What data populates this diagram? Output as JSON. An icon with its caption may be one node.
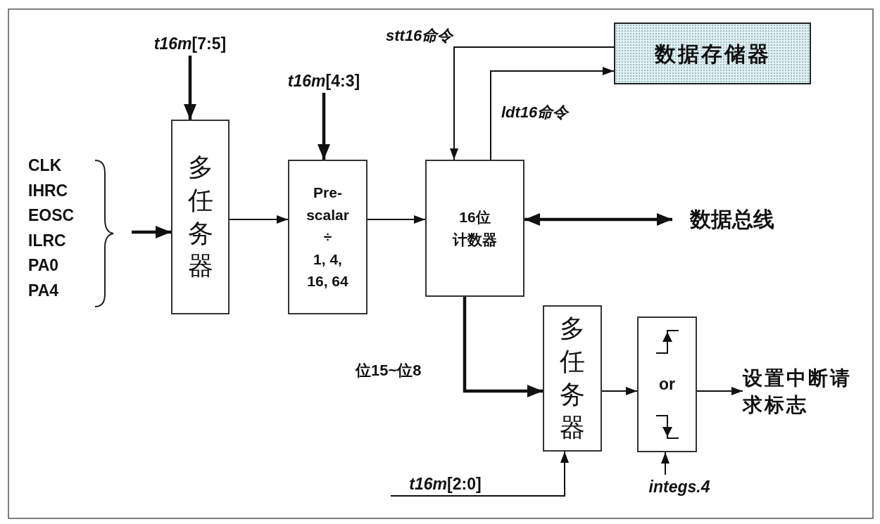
{
  "diagram": {
    "nodes": [
      {
        "text": [
          "CLK",
          "IHRC",
          "EOSC",
          "ILRC",
          "PA0",
          "PA4"
        ]
      },
      {
        "text": [
          "*t16m*[7:5]"
        ]
      },
      {
        "text": [
          "多任务器"
        ]
      },
      {
        "text": [
          "*t16m*[4:3]"
        ]
      },
      {
        "text": [
          "Pre-scalar",
          "÷",
          "1, 4, 16, 64"
        ]
      },
      {
        "text": [
          "16位计数器"
        ]
      },
      {
        "text": [
          "数据存储器"
        ]
      },
      {
        "text": [
          "数据总线"
        ]
      },
      {
        "text": [
          "多任务器"
        ]
      },
      {
        "text": [
          "or"
        ]
      },
      {
        "text": [
          "设置中断请求标志"
        ]
      },
      {
        "text": [
          "*t16m*[2:0]"
        ]
      },
      {
        "text": [
          "integs.4"
        ]
      }
    ],
    "edges": [
      {
        "from": 0,
        "to": 2,
        "arrow": "to",
        "style": "thick"
      },
      {
        "from": 1,
        "to": 2,
        "arrow": "to",
        "style": "thick"
      },
      {
        "from": 2,
        "to": 4,
        "arrow": "to"
      },
      {
        "from": 3,
        "to": 4,
        "arrow": "to",
        "style": "thick"
      },
      {
        "from": 4,
        "to": 5,
        "arrow": "to"
      },
      {
        "from": 6,
        "to": 5,
        "arrow": "to",
        "label": "stt16命令"
      },
      {
        "from": 5,
        "to": 6,
        "arrow": "to",
        "label": "ldt16命令"
      },
      {
        "from": 5,
        "to": 7,
        "arrow": "both",
        "style": "thick"
      },
      {
        "from": 5,
        "to": 8,
        "arrow": "to",
        "style": "thick",
        "label": "位15~位8"
      },
      {
        "from": 11,
        "to": 8,
        "arrow": "to"
      },
      {
        "from": 8,
        "to": 9,
        "arrow": "to"
      },
      {
        "from": 12,
        "to": 9,
        "arrow": "to"
      },
      {
        "from": 9,
        "to": 10,
        "arrow": "to"
      }
    ]
  }
}
